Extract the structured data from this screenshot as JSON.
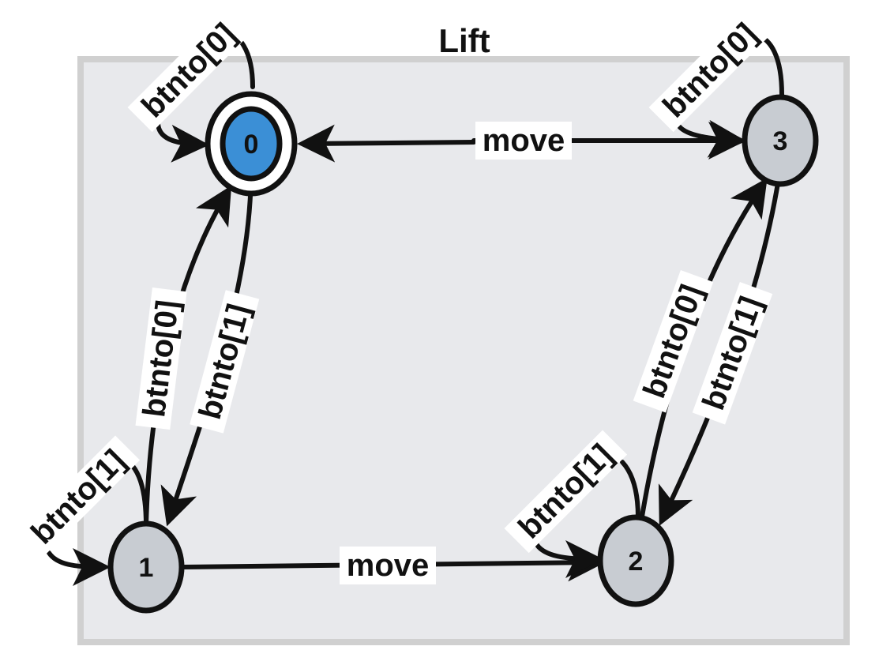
{
  "title": "Lift",
  "colors": {
    "container_fill": "#e8e9ec",
    "container_stroke": "#d0d0d0",
    "state_fill": "#c8ccd2",
    "initial_state_fill": "#3b8fd6",
    "initial_ring_fill": "#ffffff",
    "stroke": "#111111",
    "label_background": "#ffffff"
  },
  "states": [
    {
      "id": "0",
      "label": "0",
      "initial": true
    },
    {
      "id": "1",
      "label": "1",
      "initial": false
    },
    {
      "id": "2",
      "label": "2",
      "initial": false
    },
    {
      "id": "3",
      "label": "3",
      "initial": false
    }
  ],
  "transitions": [
    {
      "from": "0",
      "to": "0",
      "label": "btnto[0]"
    },
    {
      "from": "0",
      "to": "3",
      "label": "move"
    },
    {
      "from": "3",
      "to": "0",
      "label": "move"
    },
    {
      "from": "3",
      "to": "3",
      "label": "btnto[0]"
    },
    {
      "from": "1",
      "to": "0",
      "label": "btnto[0]"
    },
    {
      "from": "0",
      "to": "1",
      "label": "btnto[1]"
    },
    {
      "from": "1",
      "to": "1",
      "label": "btnto[1]"
    },
    {
      "from": "1",
      "to": "2",
      "label": "move"
    },
    {
      "from": "2",
      "to": "3",
      "label": "btnto[0]"
    },
    {
      "from": "3",
      "to": "2",
      "label": "btnto[1]"
    },
    {
      "from": "2",
      "to": "2",
      "label": "btnto[1]"
    }
  ]
}
